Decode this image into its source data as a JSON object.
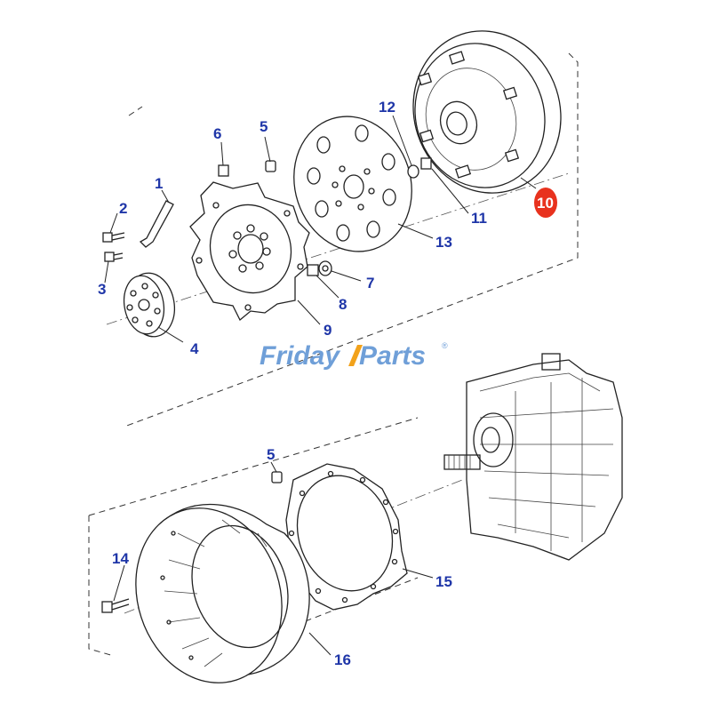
{
  "diagram": {
    "callouts": {
      "c1": "1",
      "c2": "2",
      "c3": "3",
      "c4": "4",
      "c5_top": "5",
      "c5_bottom": "5",
      "c6": "6",
      "c7": "7",
      "c8": "8",
      "c9": "9",
      "c10": "10",
      "c11": "11",
      "c12": "12",
      "c13": "13",
      "c14": "14",
      "c15": "15",
      "c16": "16"
    },
    "highlight_color": "#e8321e",
    "callout_color": "#1f36a8"
  },
  "watermark": {
    "text_a": "Friday",
    "text_b": "Parts",
    "registered": "®",
    "color": "#6f9fd8",
    "accent": "#f2a21b"
  }
}
